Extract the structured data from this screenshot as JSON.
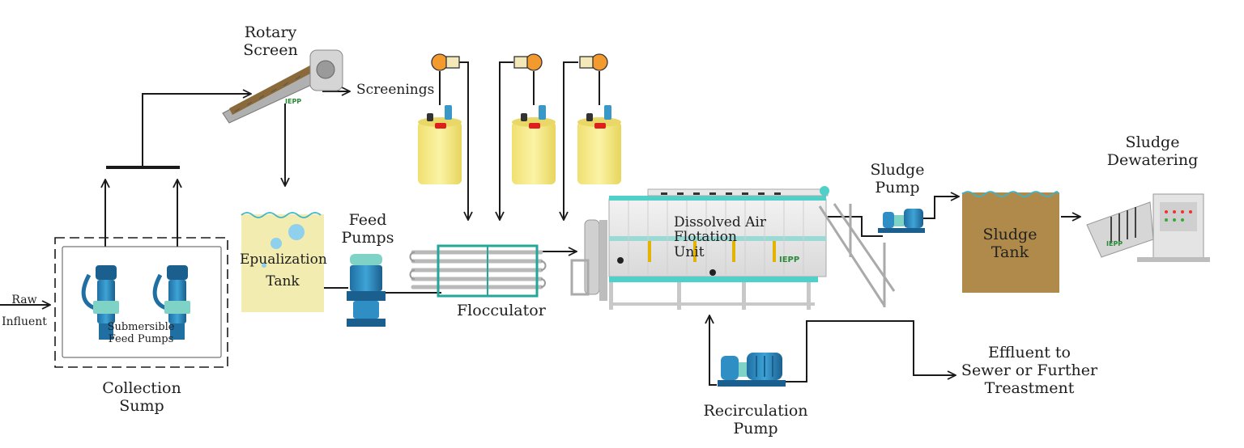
{
  "diagram": {
    "labels": {
      "rotary_screen": [
        "Rotary",
        "Screen"
      ],
      "screenings": "Screenings",
      "feed_pumps": [
        "Feed",
        "Pumps"
      ],
      "equalization_tank": [
        "Epualization",
        "Tank"
      ],
      "flocculator": "Flocculator",
      "daf_unit": [
        "Dissolved Air",
        "Flotation",
        "Unit"
      ],
      "sludge_pump": [
        "Sludge",
        "Pump"
      ],
      "sludge_tank": [
        "Sludge",
        "Tank"
      ],
      "sludge_dewatering": [
        "Sludge",
        "Dewatering"
      ],
      "raw_influent": [
        "Raw",
        "Influent"
      ],
      "submersible_feed_pumps": [
        "Submersible",
        "Feed Pumps"
      ],
      "collection_sump": [
        "Collection",
        "Sump"
      ],
      "recirculation_pump": [
        "Recirculation",
        "Pump"
      ],
      "effluent": [
        "Effluent to",
        "Sewer or Further",
        "Treastment"
      ],
      "brand": "IEPP"
    },
    "colors": {
      "line": "#1a1a1a",
      "tank_yellow": "#f7ef9a",
      "equalization_fill": "#f3ecb0",
      "water_line": "#3cb4c8",
      "bubble": "#8fd0ec",
      "sludge_fill": "#b08a4a",
      "pump_blue": "#2f8fc4",
      "pump_dark": "#1b5f8e",
      "pump_teal": "#7fd3c6",
      "dosing_orange": "#f29a2e",
      "dosing_cream": "#f4e7b8",
      "daf_wall": "#e6e6e6",
      "daf_teal": "#4fd0c9",
      "flocculator_frame": "#22a79a",
      "brand_green": "#2a8a3a"
    },
    "icons": [
      "rotary-screen-icon",
      "dosing-tank-icon",
      "submersible-pump-icon",
      "inline-pump-icon",
      "centrifugal-pump-icon",
      "flocculator-icon",
      "daf-unit-icon",
      "screw-press-icon"
    ]
  }
}
